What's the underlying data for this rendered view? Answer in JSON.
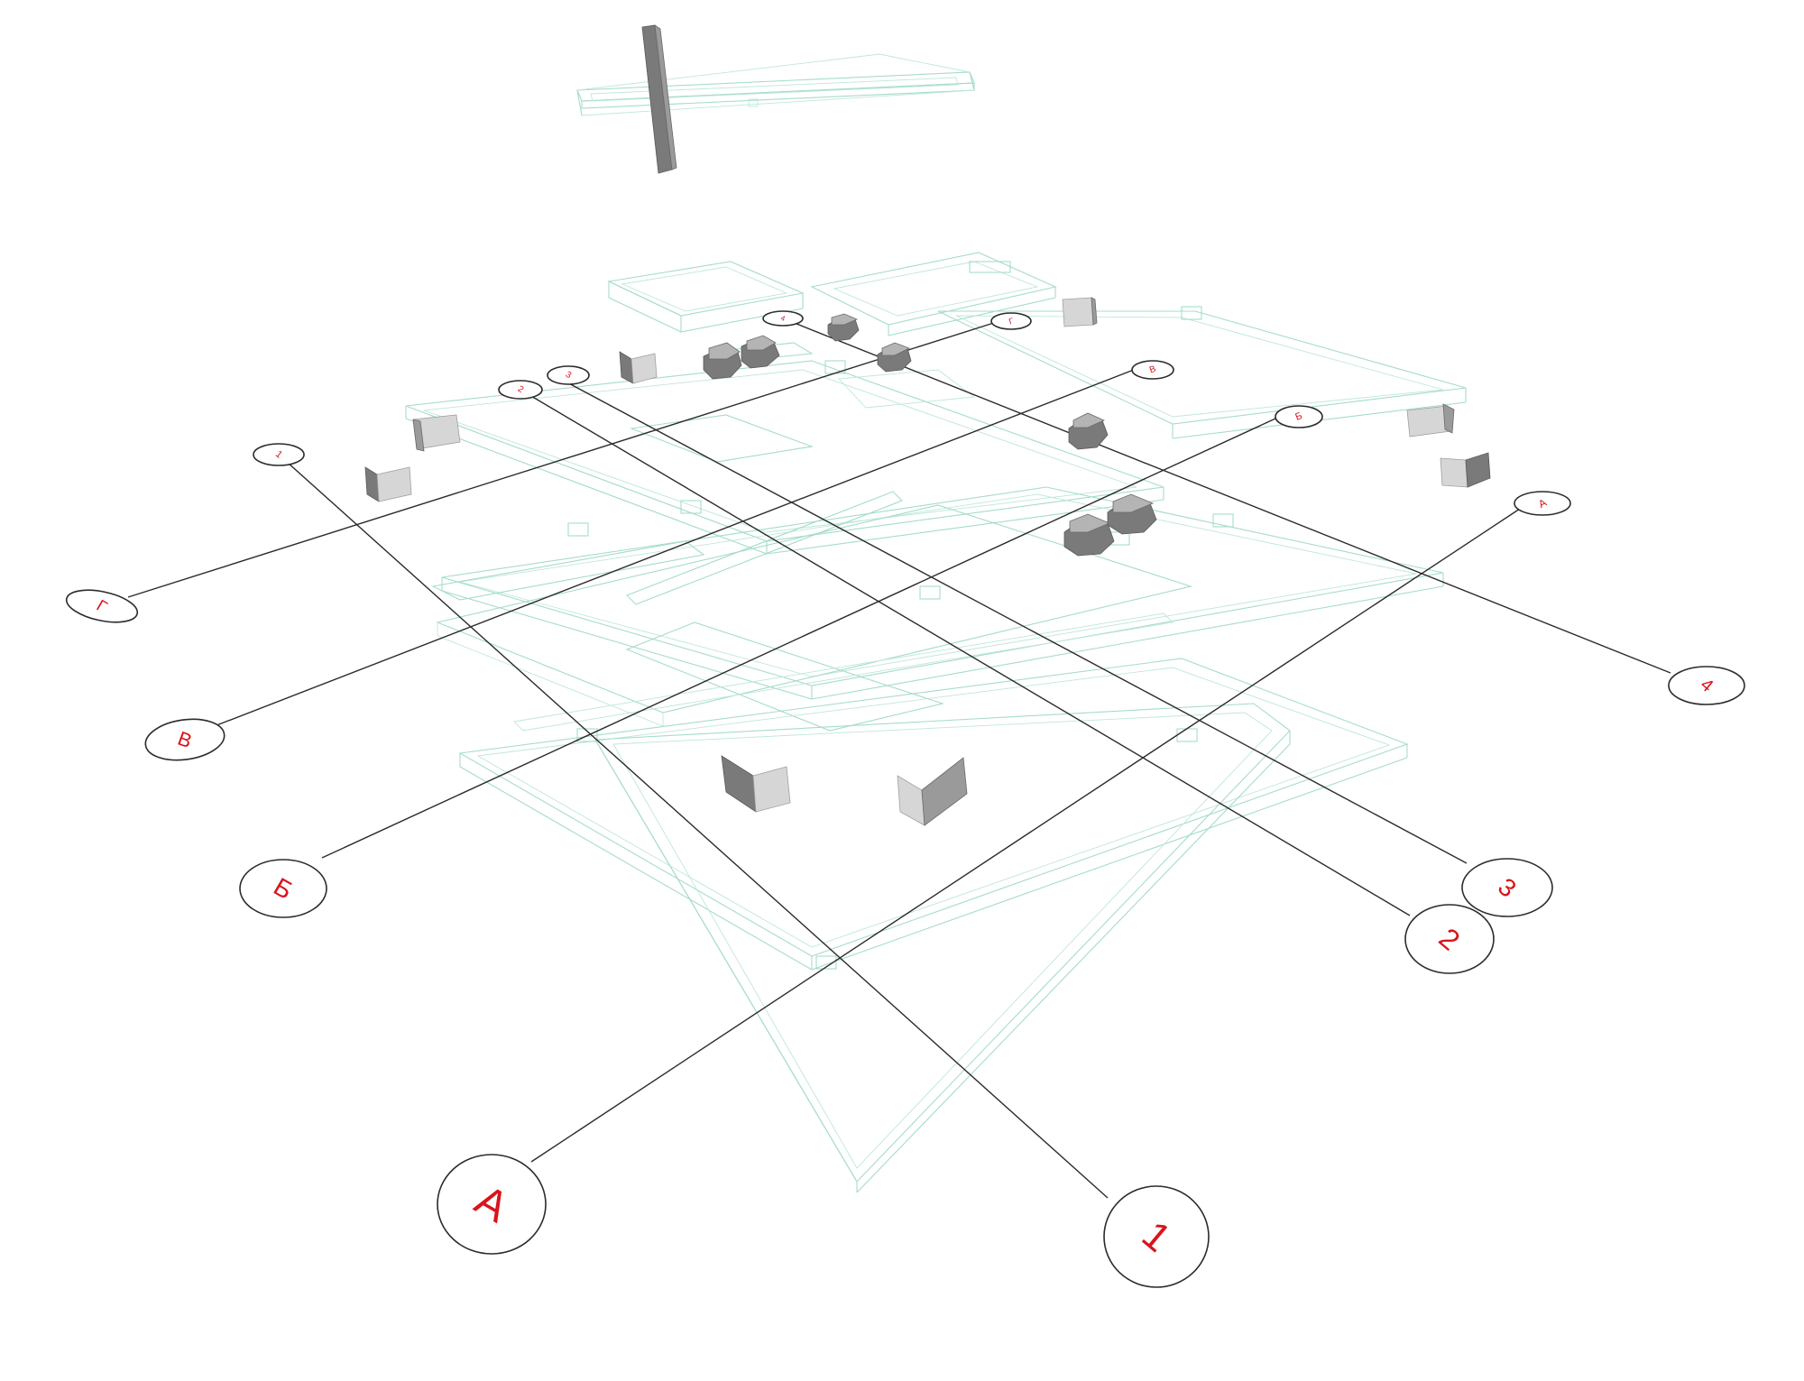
{
  "colors": {
    "wireframe": "#a6dcc9",
    "axis_line": "#2b2b2b",
    "axis_label": "#d9141b",
    "solids": "#8a8a8a",
    "background": "#ffffff"
  },
  "axes": {
    "numeric": [
      {
        "id": "1",
        "label": "1"
      },
      {
        "id": "2",
        "label": "2"
      },
      {
        "id": "3",
        "label": "3"
      },
      {
        "id": "4",
        "label": "4"
      }
    ],
    "letter": [
      {
        "id": "A",
        "label": "А"
      },
      {
        "id": "B",
        "label": "Б"
      },
      {
        "id": "V",
        "label": "В"
      },
      {
        "id": "G",
        "label": "Г"
      }
    ]
  }
}
